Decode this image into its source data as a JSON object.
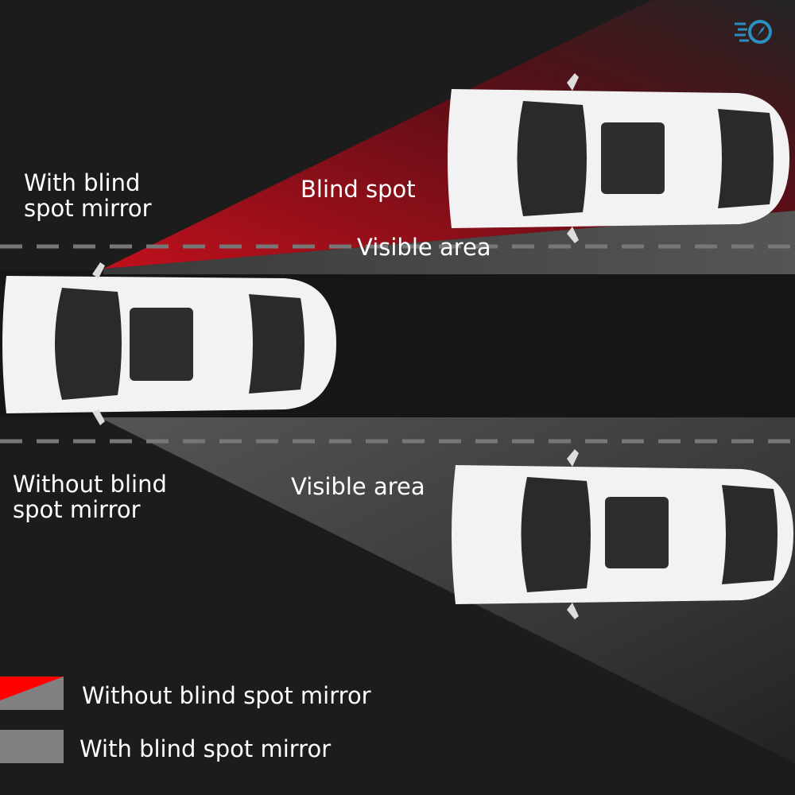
{
  "labels": {
    "with_mirror": [
      "With blind",
      "spot mirror"
    ],
    "without_mirror": [
      "Without blind",
      "spot mirror"
    ],
    "blind_spot": "Blind spot",
    "visible_area_top": "Visible area",
    "visible_area_bottom": "Visible area"
  },
  "legend": [
    {
      "label": "Without blind spot mirror",
      "colors": [
        "#ff0000",
        "#808080"
      ]
    },
    {
      "label": "With blind spot mirror",
      "colors": [
        "#808080"
      ]
    }
  ],
  "colors": {
    "background": "#1c1c1c",
    "blind_spot": "#b0101e",
    "visible": "#7a7a7a",
    "lane_line": "#777777"
  },
  "logo": {
    "icon": "speed-compass-logo-icon",
    "color": "#2a8fc0"
  }
}
